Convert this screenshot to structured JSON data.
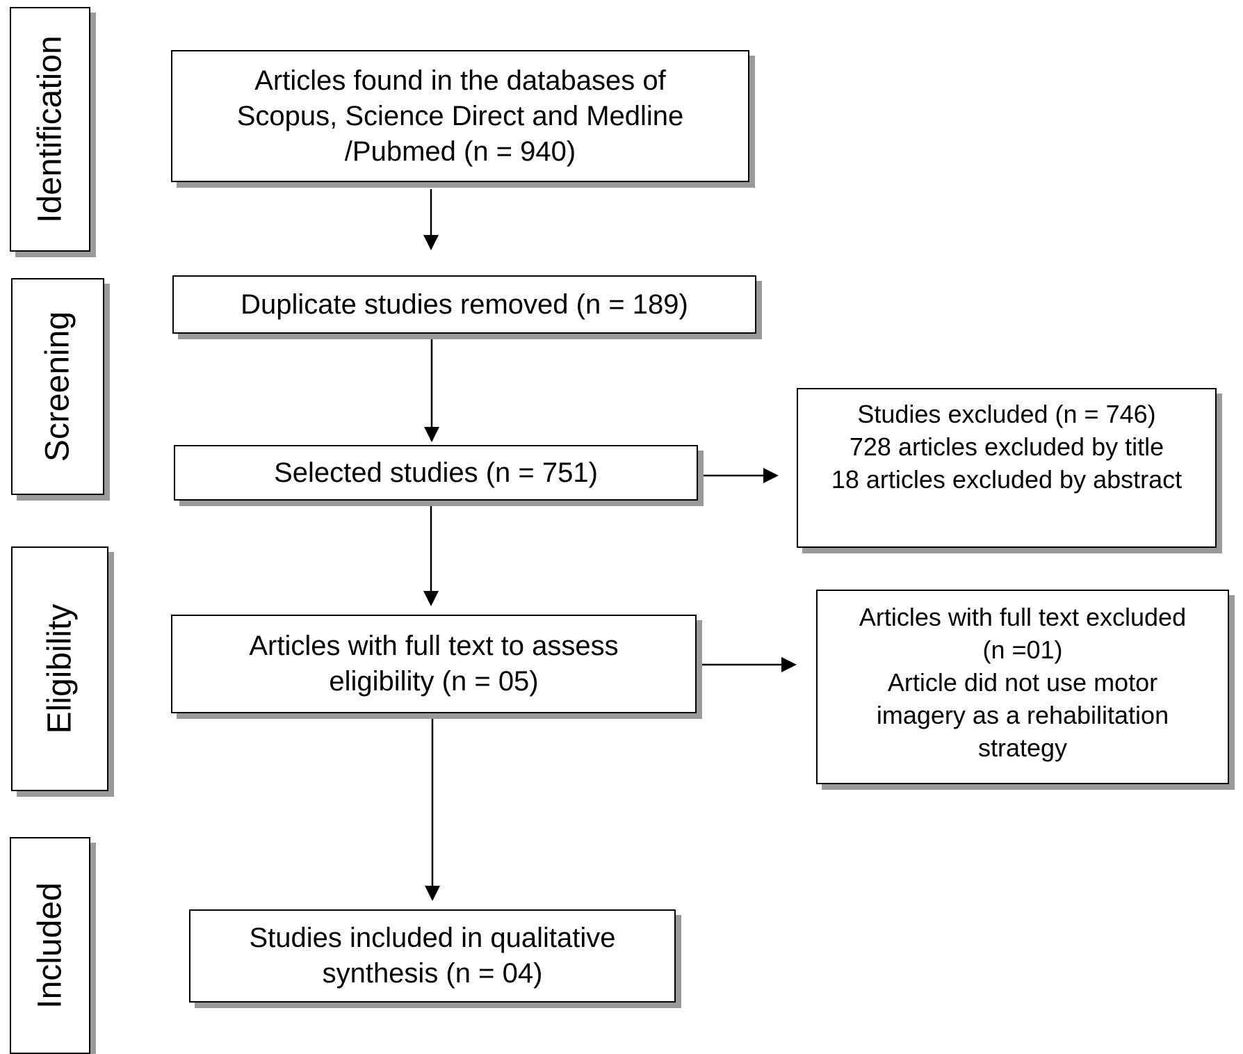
{
  "phases": {
    "identification": "Identification",
    "screening": "Screening",
    "eligibility": "Eligibility",
    "included": "Included"
  },
  "boxes": {
    "identified": {
      "lines": [
        "Articles found in the databases of",
        "Scopus, Science Direct and Medline",
        "/Pubmed (n = 940)"
      ]
    },
    "duplicates": {
      "lines": [
        "Duplicate studies removed (n = 189)"
      ]
    },
    "selected": {
      "lines": [
        "Selected studies (n = 751)"
      ]
    },
    "excluded_screening": {
      "lines": [
        "Studies excluded (n = 746)",
        "728 articles excluded by title",
        "18 articles excluded by abstract"
      ]
    },
    "full_text": {
      "lines": [
        "Articles with full text to assess",
        "eligibility (n = 05)"
      ]
    },
    "excluded_full_text": {
      "lines": [
        "Articles with full text excluded",
        "(n =01)",
        "Article did not use motor",
        "imagery as a rehabilitation",
        "strategy"
      ]
    },
    "included": {
      "lines": [
        "Studies included in qualitative",
        "synthesis (n = 04)"
      ]
    }
  }
}
